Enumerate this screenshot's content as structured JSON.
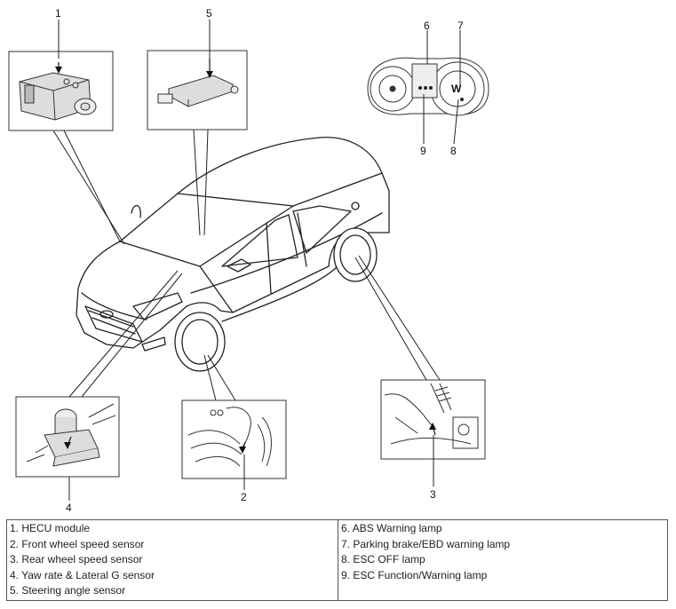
{
  "callouts": {
    "c1": "1",
    "c2": "2",
    "c3": "3",
    "c4": "4",
    "c5": "5",
    "c6": "6",
    "c7": "7",
    "c8": "8",
    "c9": "9"
  },
  "legend": {
    "left": [
      "1. HECU module",
      "2. Front wheel speed sensor",
      "3. Rear wheel speed sensor",
      "4. Yaw rate & Lateral G sensor",
      "5. Steering angle sensor"
    ],
    "right": [
      "6. ABS Warning lamp",
      "7. Parking brake/EBD warning lamp",
      "8. ESC OFF lamp",
      "9. ESC Function/Warning lamp"
    ]
  }
}
